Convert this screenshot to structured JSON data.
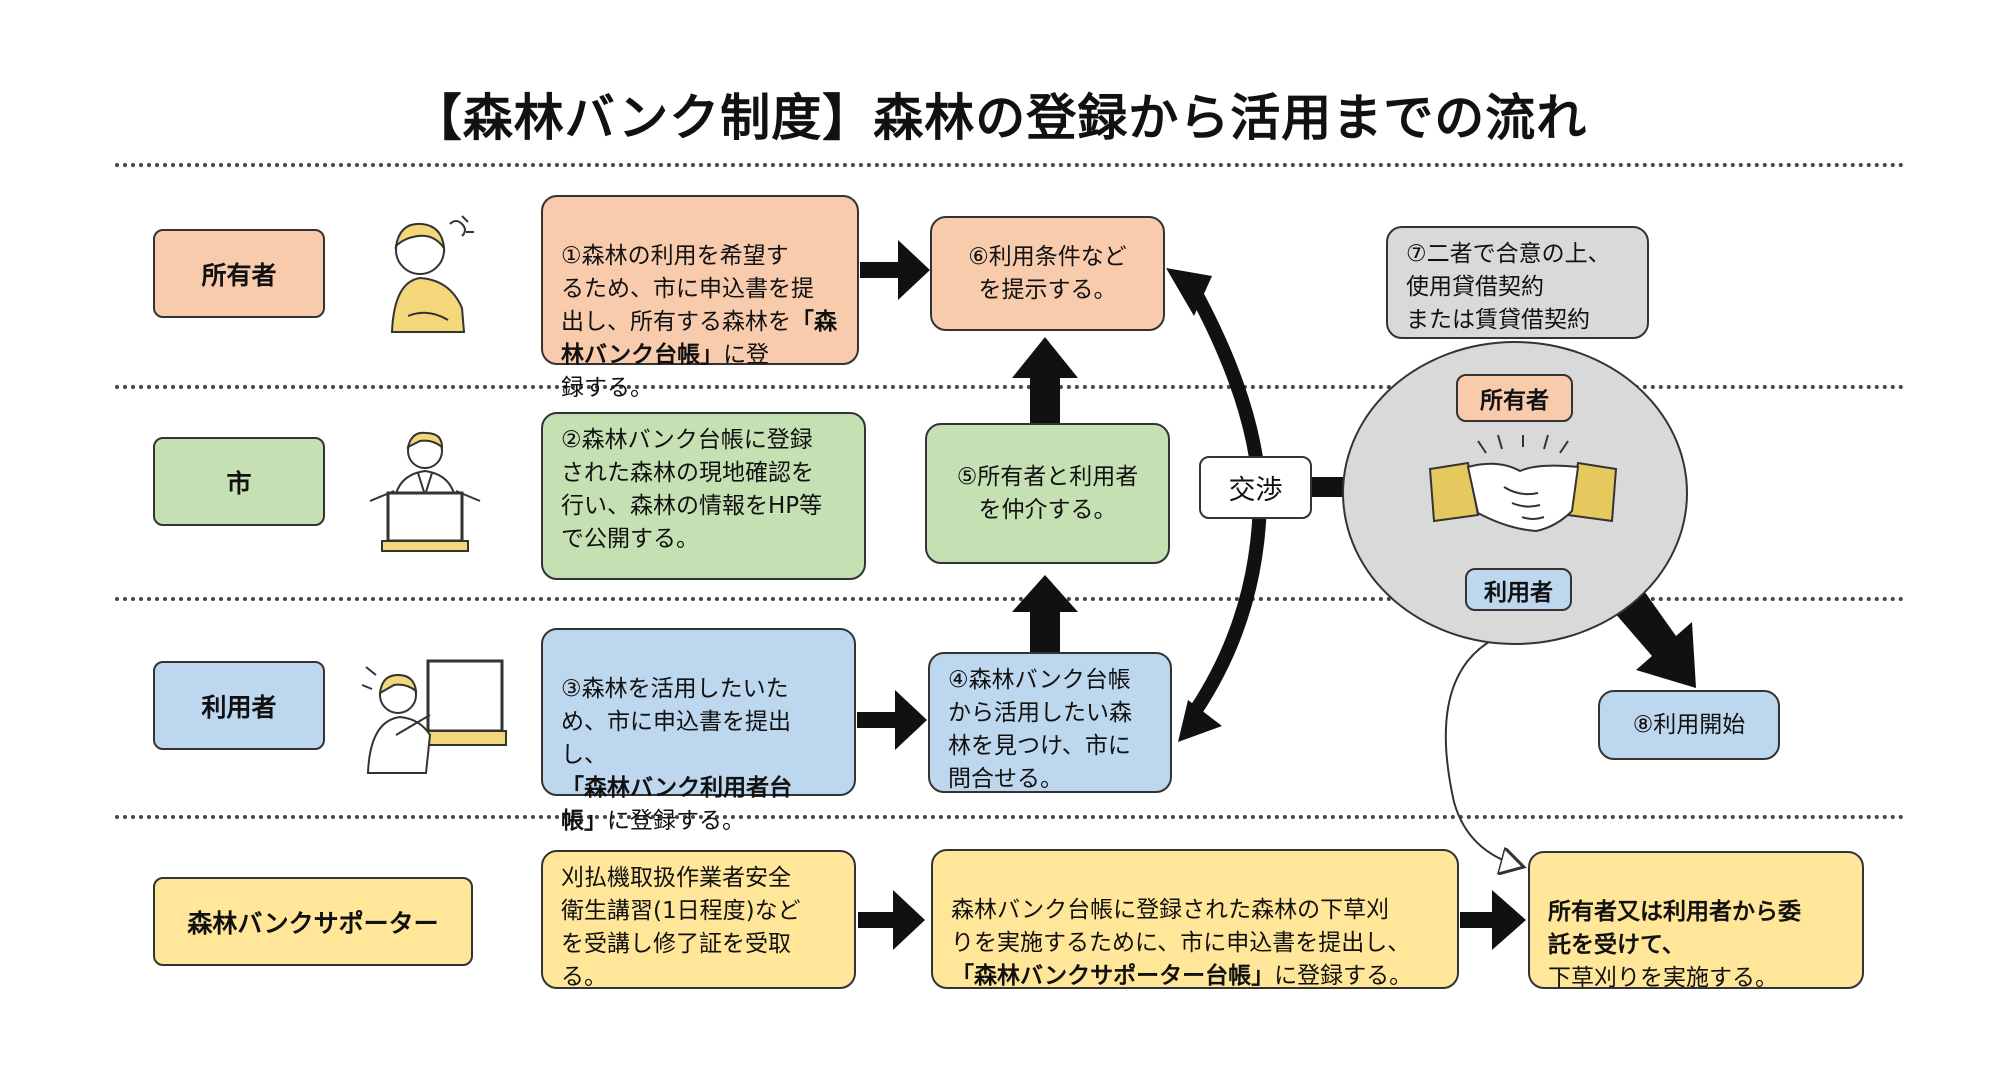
{
  "title": "【森林バンク制度】森林の登録から活用までの流れ",
  "roles": {
    "owner": "所有者",
    "city": "市",
    "user": "利用者",
    "supporter": "森林バンクサポーター"
  },
  "steps": {
    "s1_a": "①森林の利用を希望す\nるため、市に申込書を提\n出し、所有する森林を",
    "s1_bold": "「森林バンク台帳」",
    "s1_b": "に登\n録する。",
    "s2": "②森林バンク台帳に登録\nされた森林の現地確認を\n行い、森林の情報をHP等\nで公開する。",
    "s3_a": "③森林を活用したいた\nめ、市に申込書を提出し、\n",
    "s3_bold": "「森林バンク利用者台\n帳」",
    "s3_b": "に登録する。",
    "s4": "④森林バンク台帳\nから活用したい森\n林を見つけ、市に\n問合せる。",
    "s5": "⑤所有者と利用者\nを仲介する。",
    "s6": "⑥利用条件など\nを提示する。",
    "s7": "⑦二者で合意の上、\n使用貸借契約\nまたは賃貸借契約",
    "s8": "⑧利用開始"
  },
  "negotiation": "交渉",
  "circle": {
    "owner_label": "所有者",
    "user_label": "利用者"
  },
  "supporter_flow": {
    "a": "刈払機取扱作業者安全\n衛生講習(1日程度)など\nを受講し修了証を受取る。",
    "b_text": "森林バンク台帳に登録された森林の下草刈\nりを実施するために、市に申込書を提出し、\n",
    "b_bold": "「森林バンクサポーター台帳」",
    "b_tail": "に登録する。",
    "c_bold": "所有者又は利用者から委\n託を受けて、",
    "c_text": "\n下草刈りを実施する。"
  },
  "icons": [
    "owner-person-icon",
    "city-staff-laptop-icon",
    "user-laptop-icon",
    "handshake-icon"
  ],
  "colors": {
    "owner": "#f8cbad",
    "city": "#c5e0b3",
    "user": "#bdd7ee",
    "supporter": "#ffe699",
    "agreement": "#d9d9d9"
  }
}
